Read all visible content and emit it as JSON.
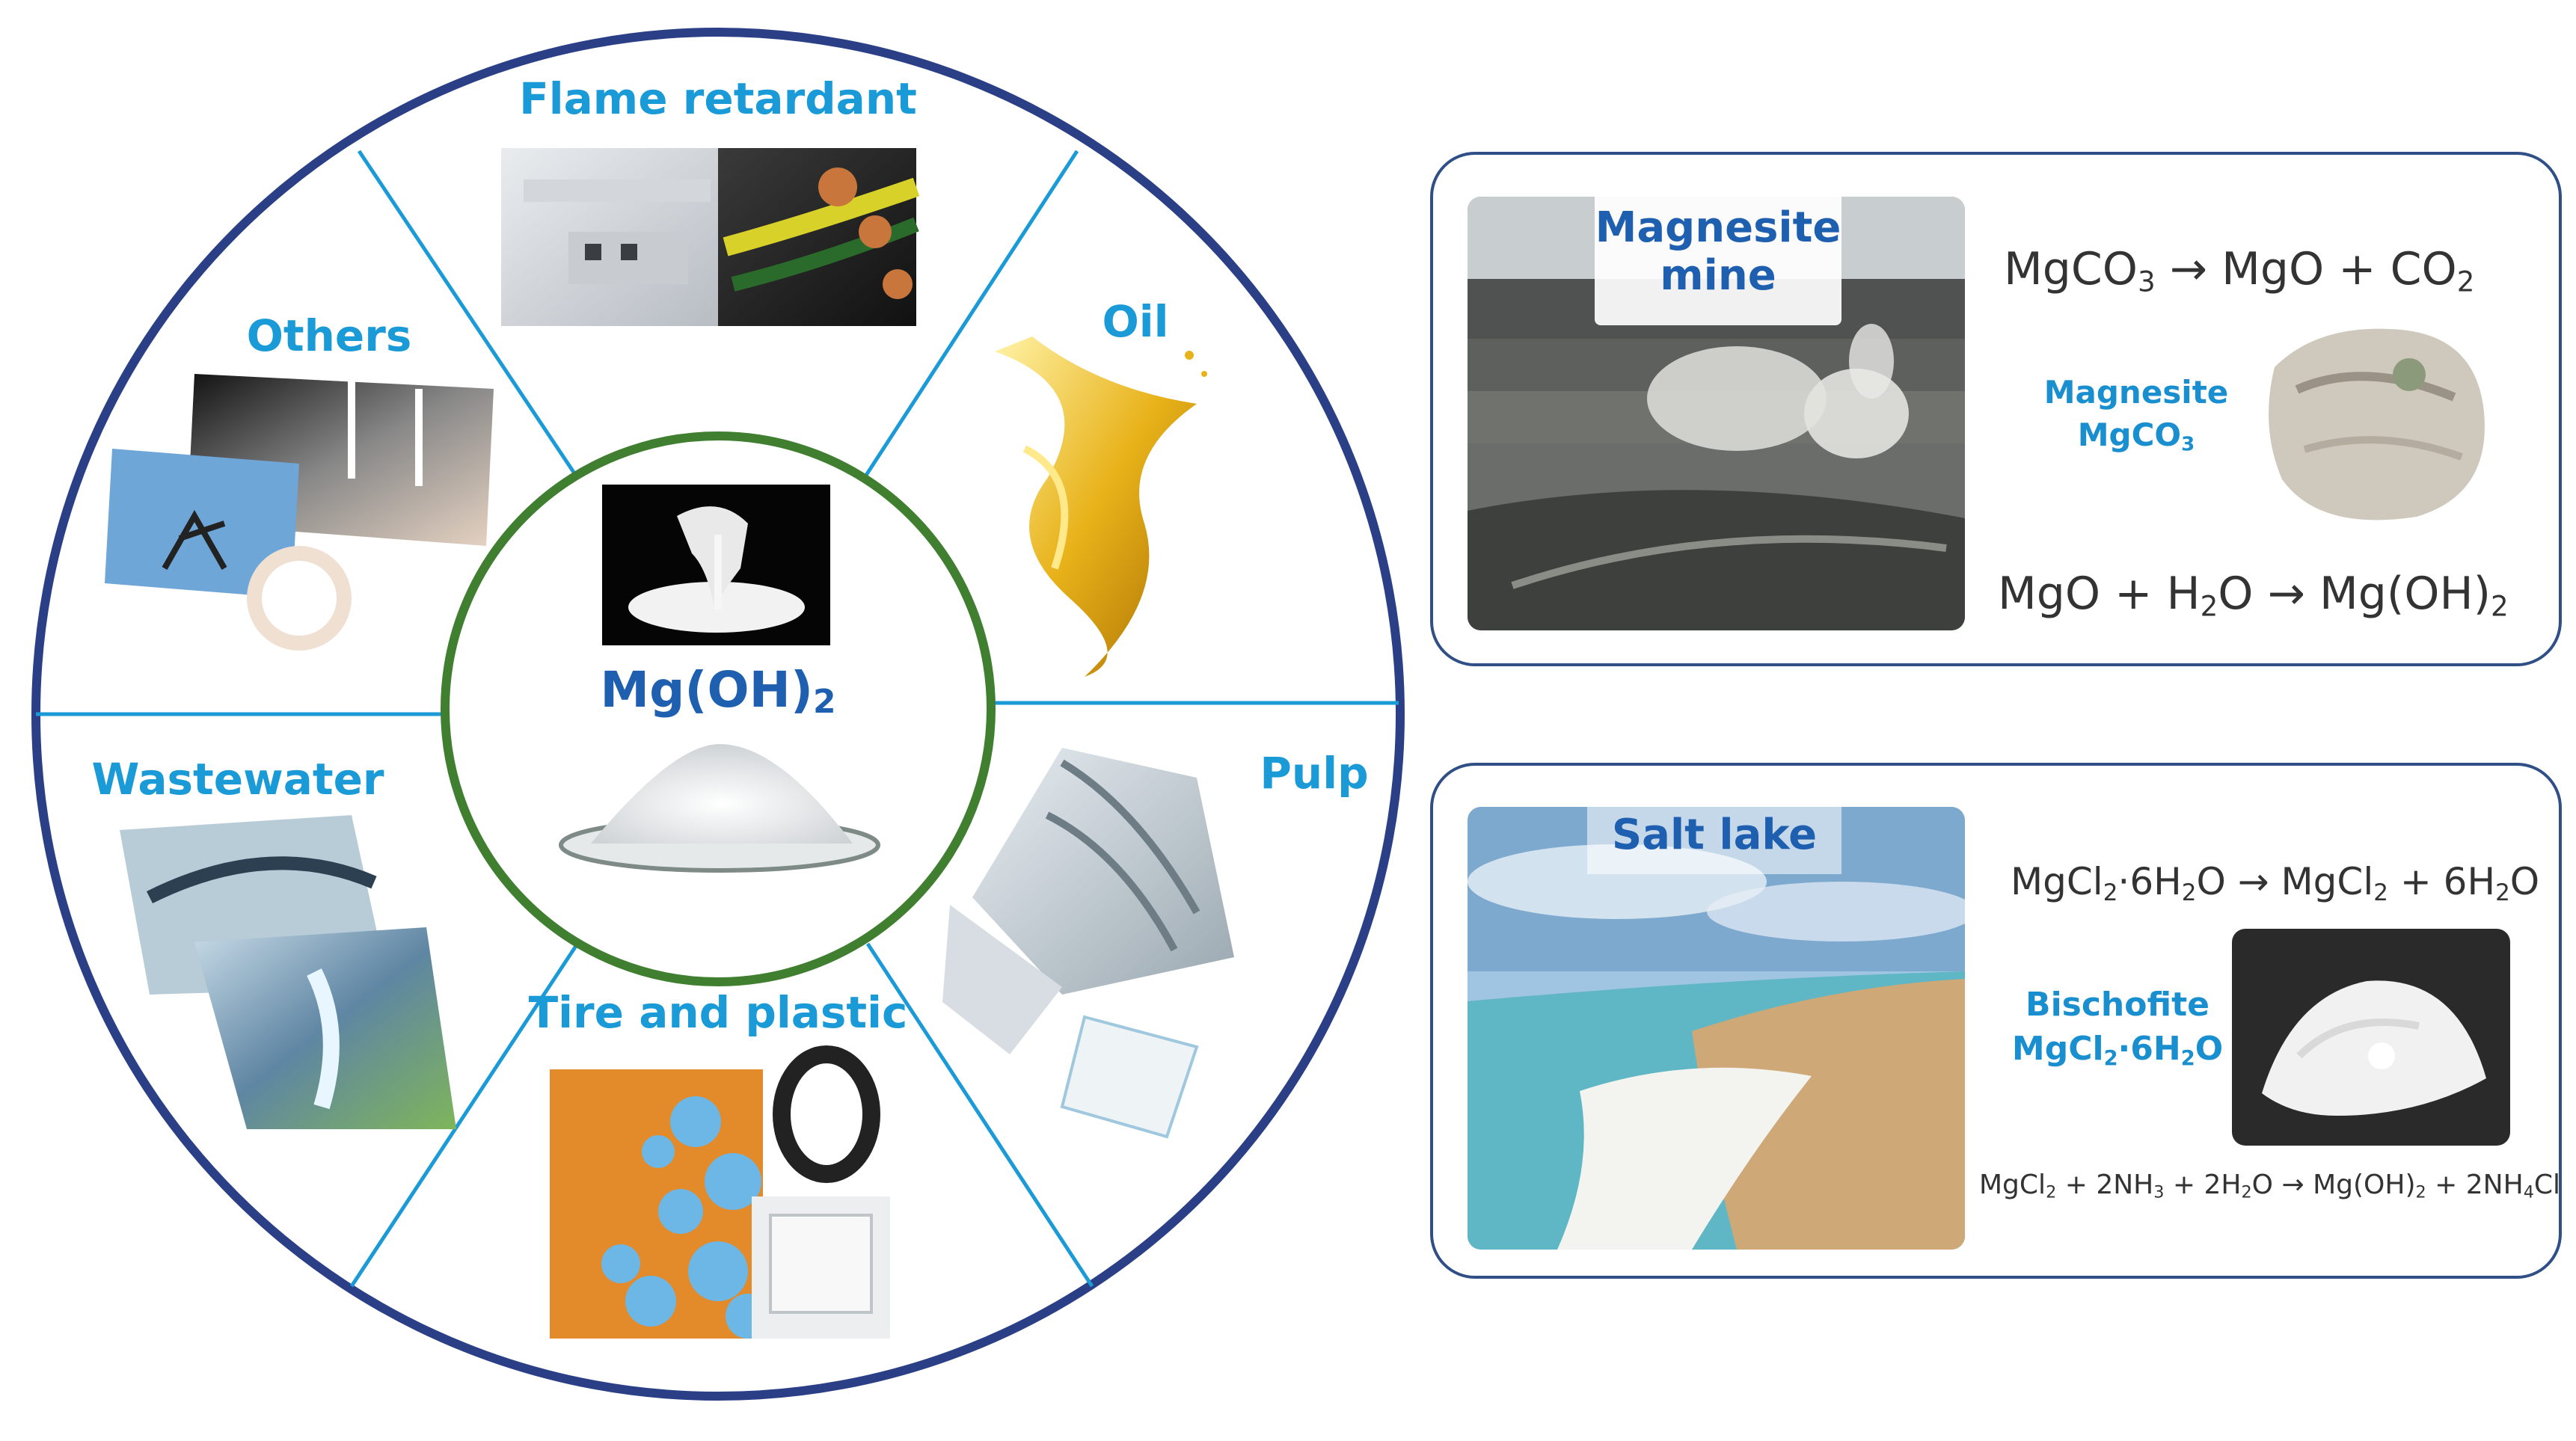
{
  "wheel": {
    "center": {
      "label": "Mg(OH)",
      "label_sub": "2"
    },
    "segments": [
      {
        "label": "Flame retardant"
      },
      {
        "label": "Oil"
      },
      {
        "label": "Pulp"
      },
      {
        "label": "Tire and plastic"
      },
      {
        "label": "Wastewater"
      },
      {
        "label": "Others"
      }
    ],
    "colors": {
      "outer_ring": "#2a3f86",
      "dividers": "#1a9ad6",
      "inner_ring": "#3f7f2f",
      "labels": "#1a9ad6"
    }
  },
  "panels": {
    "magnesite": {
      "photo_title_line1": "Magnesite",
      "photo_title_line2": "mine",
      "eq1": {
        "a": "MgCO",
        "a_sub": "3",
        "arrow": "→",
        "b": "MgO + CO",
        "b_sub": "2"
      },
      "mineral_line1": "Magnesite",
      "mineral_line2": "MgCO",
      "mineral_line2_sub": "3",
      "eq2": {
        "a": "MgO + H",
        "a_sub": "2",
        "a2": "O",
        "arrow": "→",
        "b": "Mg(OH)",
        "b_sub": "2"
      }
    },
    "saltlake": {
      "photo_title": "Salt lake",
      "eq1": {
        "a": "MgCl",
        "a_sub": "2",
        "a2": "·6H",
        "a_sub2": "2",
        "a3": "O",
        "arrow": "→",
        "b": "MgCl",
        "b_sub": "2",
        "b2": " + 6H",
        "b_sub2": "2",
        "b3": "O"
      },
      "mineral_line1": "Bischofite",
      "mineral_line2": "MgCl",
      "mineral_line2_sub": "2",
      "mineral_line2_b": "·6H",
      "mineral_line2_sub2": "2",
      "mineral_line2_c": "O",
      "eq2": {
        "a": "MgCl",
        "a_sub": "2",
        "a2": " + 2NH",
        "a_sub2": "3",
        "a3": " + 2H",
        "a_sub3": "2",
        "a4": "O",
        "arrow": "→",
        "b": "Mg(OH)",
        "b_sub": "2",
        "b2": " + 2NH",
        "b_sub2": "4",
        "b3": "Cl"
      }
    },
    "border_color": "#2f4f86"
  }
}
